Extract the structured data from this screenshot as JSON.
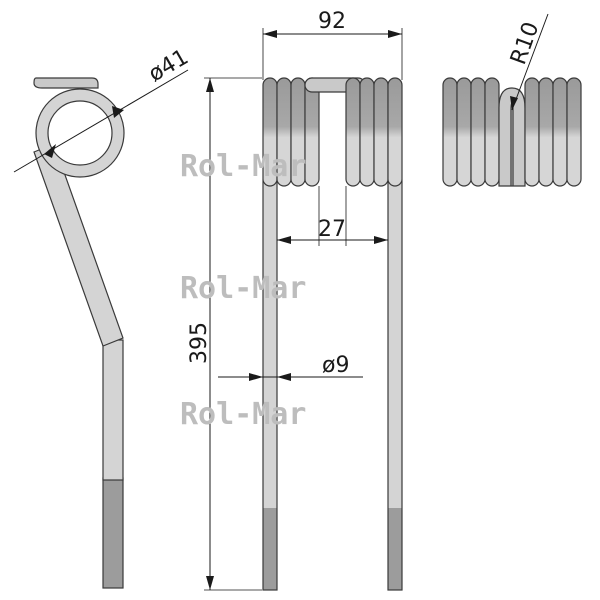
{
  "dimensions": {
    "width": "92",
    "inner_gap": "27",
    "length": "395",
    "wire_diameter": "ø9",
    "coil_diameter": "ø41",
    "bend_radius": "R10"
  },
  "watermarks": [
    "Rol-Mar",
    "Rol-Mar",
    "Rol-Mar"
  ],
  "colors": {
    "wire_light": "#d6d6d6",
    "wire_mid": "#c4c4c4",
    "wire_dark": "#9a9a9a",
    "outline": "#3a3a3a",
    "watermark": "#bdbdbd"
  }
}
